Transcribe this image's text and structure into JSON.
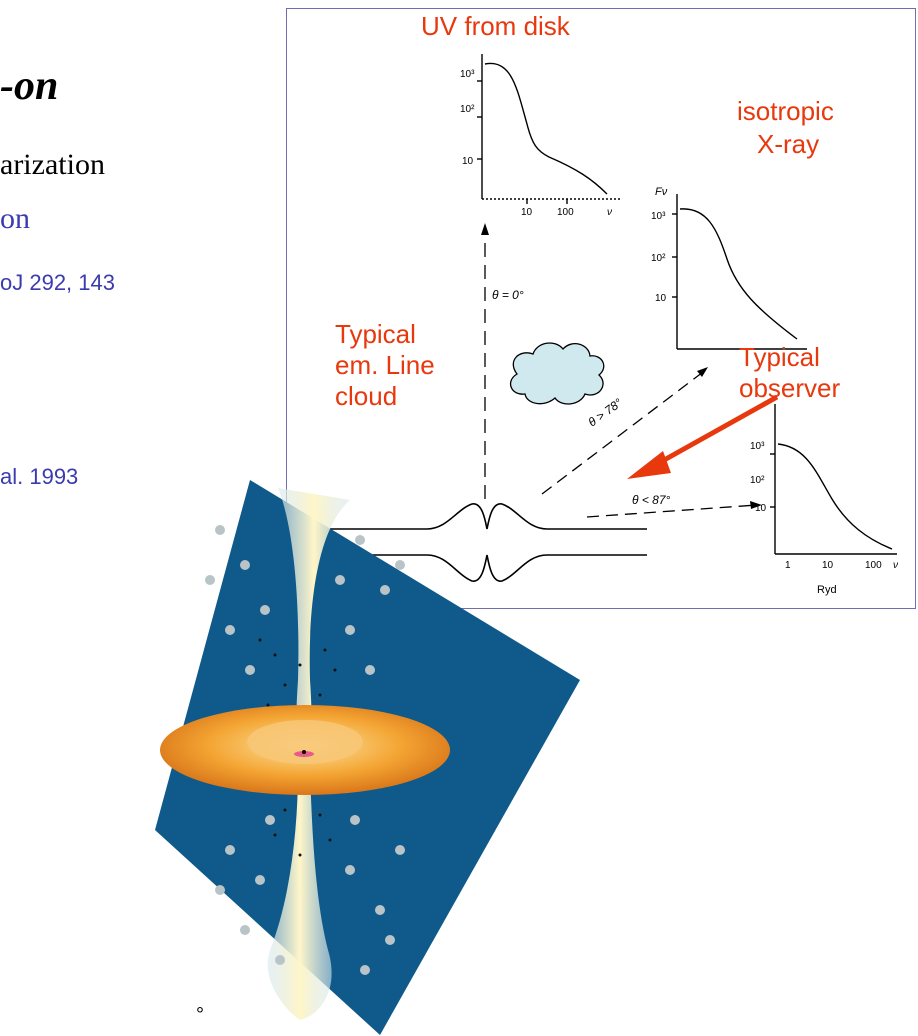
{
  "slide": {
    "title": "-on",
    "line1": "arization",
    "line2": "on",
    "ref1": "oJ 292, 143",
    "ref2": "al. 1993",
    "bullet": "°"
  },
  "diagram": {
    "label_uv": "UV from disk",
    "label_xray": [
      "isotropic",
      "X-ray"
    ],
    "label_cloud": [
      "Typical",
      "em. Line",
      "cloud"
    ],
    "label_observer": [
      "Typical",
      "observer"
    ],
    "angle_0": "θ = 0°",
    "angle_78": "θ > 78°",
    "angle_87": "θ < 87°",
    "axis_fnu": "Fν",
    "axis_ryd": "Ryd",
    "ticks_y1": [
      "10³",
      "10²",
      "10"
    ],
    "ticks_x": [
      "1",
      "10",
      "100",
      "ν"
    ]
  },
  "colors": {
    "accent_red": "#e8380d",
    "ref_blue": "#3b3bb0",
    "agn_background": "#0f5a8a",
    "torus": "#f0a030",
    "cloud_fill": "#cfe9ef"
  }
}
